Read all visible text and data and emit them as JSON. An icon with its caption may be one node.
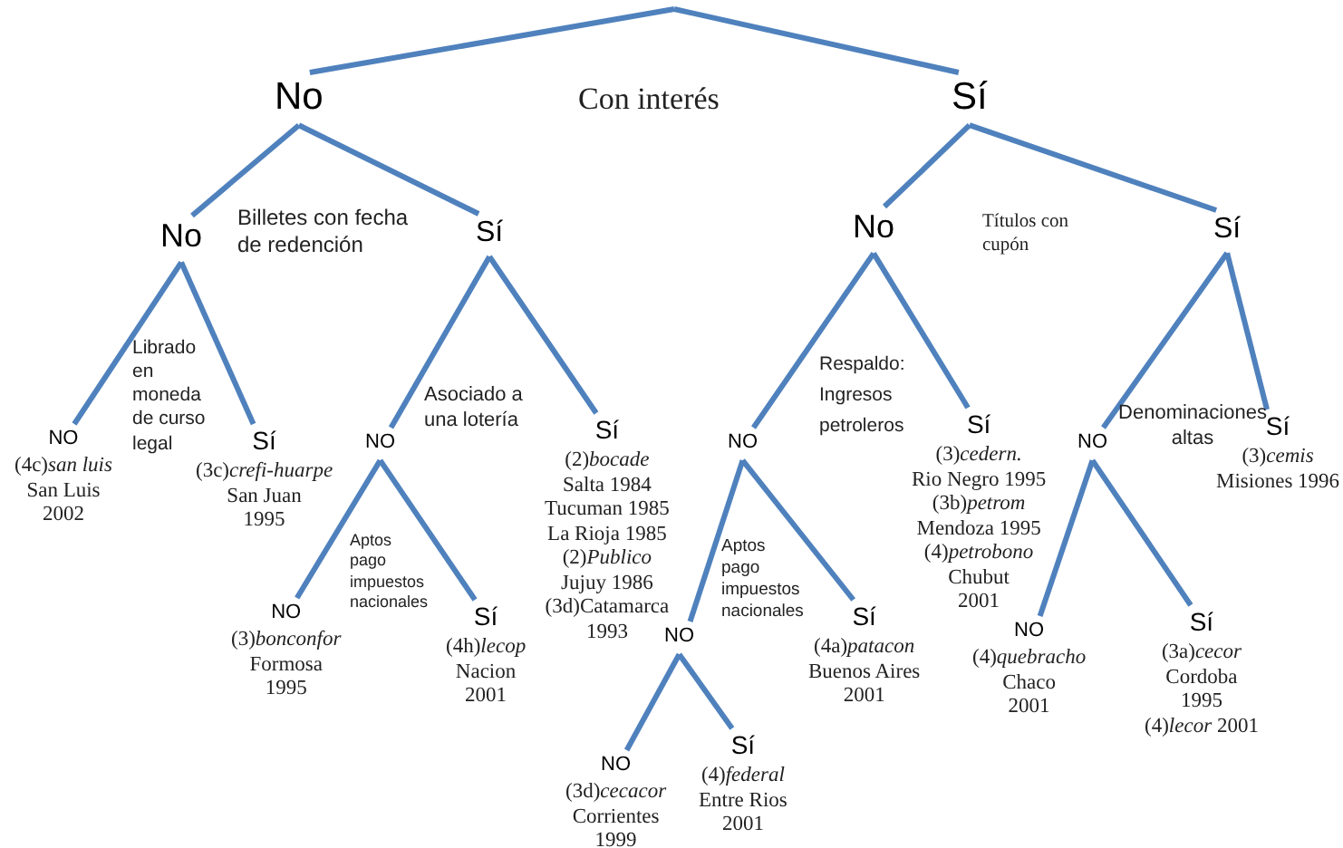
{
  "diagram": {
    "nodes": [
      {
        "text": [
          "No"
        ]
      },
      {
        "text": [
          "Sí"
        ]
      },
      {
        "text": [
          "No"
        ]
      },
      {
        "text": [
          "Sí"
        ]
      },
      {
        "text": [
          "NO",
          "(4c)*san luis*",
          "San Luis",
          "2002"
        ]
      },
      {
        "text": [
          "Sí",
          "(3c)*crefi-huarpe*",
          "San Juan",
          "1995"
        ]
      },
      {
        "text": [
          "NO"
        ]
      },
      {
        "text": [
          "Sí",
          "(2)*bocade*",
          "Salta 1984",
          "Tucuman 1985",
          "La Rioja 1985",
          "(2)*Publico*",
          "Jujuy 1986",
          "(3d)Catamarca",
          "1993"
        ]
      },
      {
        "text": [
          "NO",
          "(3)*bonconfor*",
          "Formosa",
          "1995"
        ]
      },
      {
        "text": [
          "Sí",
          "(4h)*lecop*",
          "Nacion",
          "2001"
        ]
      },
      {
        "text": [
          "No"
        ]
      },
      {
        "text": [
          "Sí"
        ]
      },
      {
        "text": [
          "NO"
        ]
      },
      {
        "text": [
          "Sí",
          "(3)*cedern.*",
          "Rio Negro 1995",
          "(3b)*petrom*",
          "Mendoza 1995",
          "(4)*petrobono*",
          "Chubut",
          "2001"
        ]
      },
      {
        "text": [
          "NO"
        ]
      },
      {
        "text": [
          "Sí",
          "(4a)*patacon*",
          "Buenos Aires",
          "2001"
        ]
      },
      {
        "text": [
          "NO",
          "(3d)*cecacor*",
          "Corrientes",
          "1999"
        ]
      },
      {
        "text": [
          "Sí",
          "(4)*federal*",
          "Entre Rios",
          "2001"
        ]
      },
      {
        "text": [
          "NO"
        ]
      },
      {
        "text": [
          "Sí",
          "(3)*cemis*",
          "Misiones 1996"
        ]
      },
      {
        "text": [
          "NO",
          "(4)*quebracho*",
          "Chaco",
          "2001"
        ]
      },
      {
        "text": [
          "Sí",
          "(3a)*cecor*",
          "Cordoba",
          "1995",
          "(4)*lecor* 2001"
        ]
      }
    ],
    "edges": [
      {
        "from": null,
        "to": 0,
        "arrow": "none"
      },
      {
        "from": null,
        "to": 1,
        "arrow": "none"
      },
      {
        "from": 0,
        "to": 2,
        "arrow": "none"
      },
      {
        "from": 0,
        "to": 3,
        "arrow": "none"
      },
      {
        "from": 2,
        "to": 4,
        "arrow": "none"
      },
      {
        "from": 2,
        "to": 5,
        "arrow": "none"
      },
      {
        "from": 3,
        "to": 6,
        "arrow": "none"
      },
      {
        "from": 3,
        "to": 7,
        "arrow": "none"
      },
      {
        "from": 6,
        "to": 8,
        "arrow": "none"
      },
      {
        "from": 6,
        "to": 9,
        "arrow": "none"
      },
      {
        "from": 1,
        "to": 10,
        "arrow": "none"
      },
      {
        "from": 1,
        "to": 11,
        "arrow": "none"
      },
      {
        "from": 10,
        "to": 12,
        "arrow": "none"
      },
      {
        "from": 10,
        "to": 13,
        "arrow": "none"
      },
      {
        "from": 12,
        "to": 14,
        "arrow": "none"
      },
      {
        "from": 12,
        "to": 15,
        "arrow": "none"
      },
      {
        "from": 14,
        "to": 16,
        "arrow": "none"
      },
      {
        "from": 14,
        "to": 17,
        "arrow": "none"
      },
      {
        "from": 11,
        "to": 18,
        "arrow": "none"
      },
      {
        "from": 11,
        "to": 19,
        "arrow": "none"
      },
      {
        "from": 18,
        "to": 20,
        "arrow": "none"
      },
      {
        "from": 18,
        "to": 21,
        "arrow": "none"
      }
    ],
    "labels": [
      "Con interés",
      "Billetes con fecha de redención",
      "Títulos con cupón",
      "Librado en moneda de curso legal",
      "Asociado a una lotería",
      "Respaldo: Ingresos petroleros",
      "Denominaciones altas",
      "Aptos pago impuestos nacionales",
      "Aptos pago impuestos nacionales"
    ]
  }
}
